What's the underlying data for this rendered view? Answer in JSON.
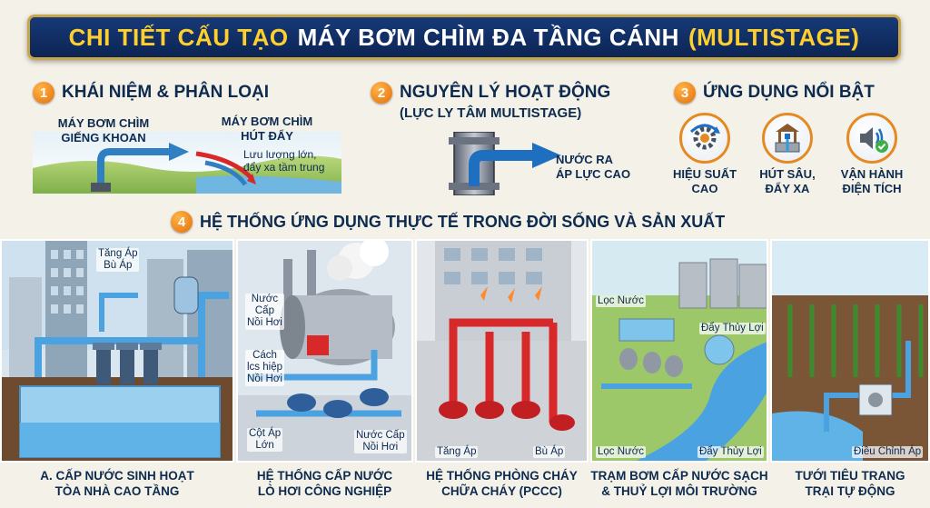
{
  "title": {
    "part1": "CHI TIẾT CẤU TẠO",
    "part2": "MÁY BƠM CHÌM ĐA TẦNG CÁNH",
    "part3": "(MULTISTAGE)"
  },
  "sections": {
    "s1": {
      "num": "1",
      "title": "KHÁI NIỆM & PHÂN LOẠI",
      "label_a": "MÁY BƠM CHÌM\nGIẾNG KHOAN",
      "label_b": "MÁY BƠM CHÌM\nHÚT ĐẨY",
      "note_b": "Lưu lượng lớn,\nđẩy xa tầm trung"
    },
    "s2": {
      "num": "2",
      "title": "NGUYÊN LÝ HOẠT ĐỘNG",
      "subtitle": "(LỰC LY TÂM MULTISTAGE)",
      "outlet_label": "NƯỚC RA\nÁP LỰC CAO"
    },
    "s3": {
      "num": "3",
      "title": "ỨNG DỤNG NỔI BẬT",
      "items": [
        {
          "label": "HIỆU SUẤT\nCAO",
          "icon": "gear-efficiency-icon"
        },
        {
          "label": "HÚT SÂU,\nĐẨY XA",
          "icon": "well-icon"
        },
        {
          "label": "VẬN HÀNH\nĐIỆN TÍCH",
          "icon": "speaker-check-icon"
        }
      ]
    },
    "s4": {
      "num": "4",
      "title": "HỆ THỐNG ỨNG DỤNG THỰC TẾ TRONG ĐỜI SỐNG VÀ SẢN XUẤT"
    }
  },
  "panels": [
    {
      "caption": "A. CẤP NƯỚC SINH HOẠT\nTÒA NHÀ CAO TẦNG",
      "labels": [
        "Tăng Áp\nBù Áp"
      ]
    },
    {
      "caption": "HỆ THỐNG CẤP NƯỚC\nLÒ HƠI CÔNG NGHIỆP",
      "labels": [
        "Nước\nCấp\nNồi Hơi",
        "Cách\nlcs hiệp\nNồi Hơi",
        "Cột Áp\nLớn",
        "Nước Cấp\nNồi Hơi"
      ]
    },
    {
      "caption": "HỆ THỐNG PHÒNG CHÁY\nCHỮA CHÁY (PCCC)",
      "labels": [
        "Tăng Áp",
        "Bù Áp"
      ]
    },
    {
      "caption": "TRẠM BƠM CẤP NƯỚC SẠCH\n& THUỶ LỢI MÔI TRƯỜNG",
      "labels": [
        "Lọc Nước",
        "Đẩy Thủy Lợi",
        "Lọc Nước",
        "Đẩy Thủy Lợi"
      ]
    },
    {
      "caption": "TƯỚI TIÊU TRANG\nTRẠI TỰ ĐỘNG",
      "labels": [
        "Điều Chỉnh Áp"
      ]
    }
  ],
  "colors": {
    "navy": "#0c2453",
    "gold": "#ffcf2e",
    "orange": "#e46f0a",
    "pipe_blue": "#5fb3e6",
    "fire_red": "#d8282a"
  }
}
